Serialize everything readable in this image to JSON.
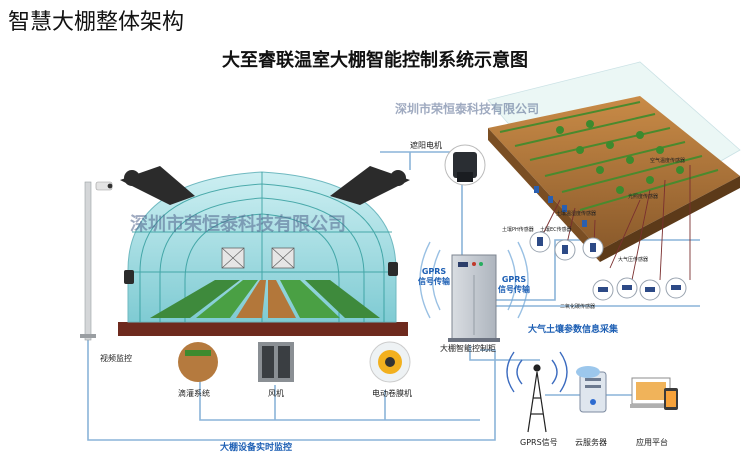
{
  "page_title": "智慧大棚整体架构",
  "diagram_title": "大至睿联温室大棚智能控制系统示意图",
  "watermark": "深圳市荣恒泰科技有限公司",
  "labels": {
    "sunshade_motor": "遮阳电机",
    "video_monitor": "视频监控",
    "drip_irrigation": "滴灌系统",
    "fan": "风机",
    "roller_motor": "电动卷膜机",
    "control_cabinet": "大棚智能控制柜",
    "gprs_left": "GPRS\n信号传输",
    "gprs_right": "GPRS\n信号传输",
    "soil_info": "大气土壤参数信息采集",
    "realtime_monitor": "大棚设备实时监控",
    "gprs_signal": "GPRS信号",
    "cloud_server": "云服务器",
    "app_platform": "应用平台"
  },
  "sensor_labels": {
    "soil_temp_humidity": "土壤温湿度传感器",
    "soil_ph": "土壤PH传感器",
    "soil_ec": "土壤EC传感器",
    "air_temp_humidity": "空气温度传感器",
    "light": "光照度传感器",
    "pressure": "大气压传感器",
    "co2": "二氧化碳传感器"
  },
  "colors": {
    "blue_text": "#1d5fb4",
    "line": "#8ab4d8",
    "frame": "#6e2a1e",
    "glass": "#9fdde0",
    "soil": "#b3773a"
  }
}
